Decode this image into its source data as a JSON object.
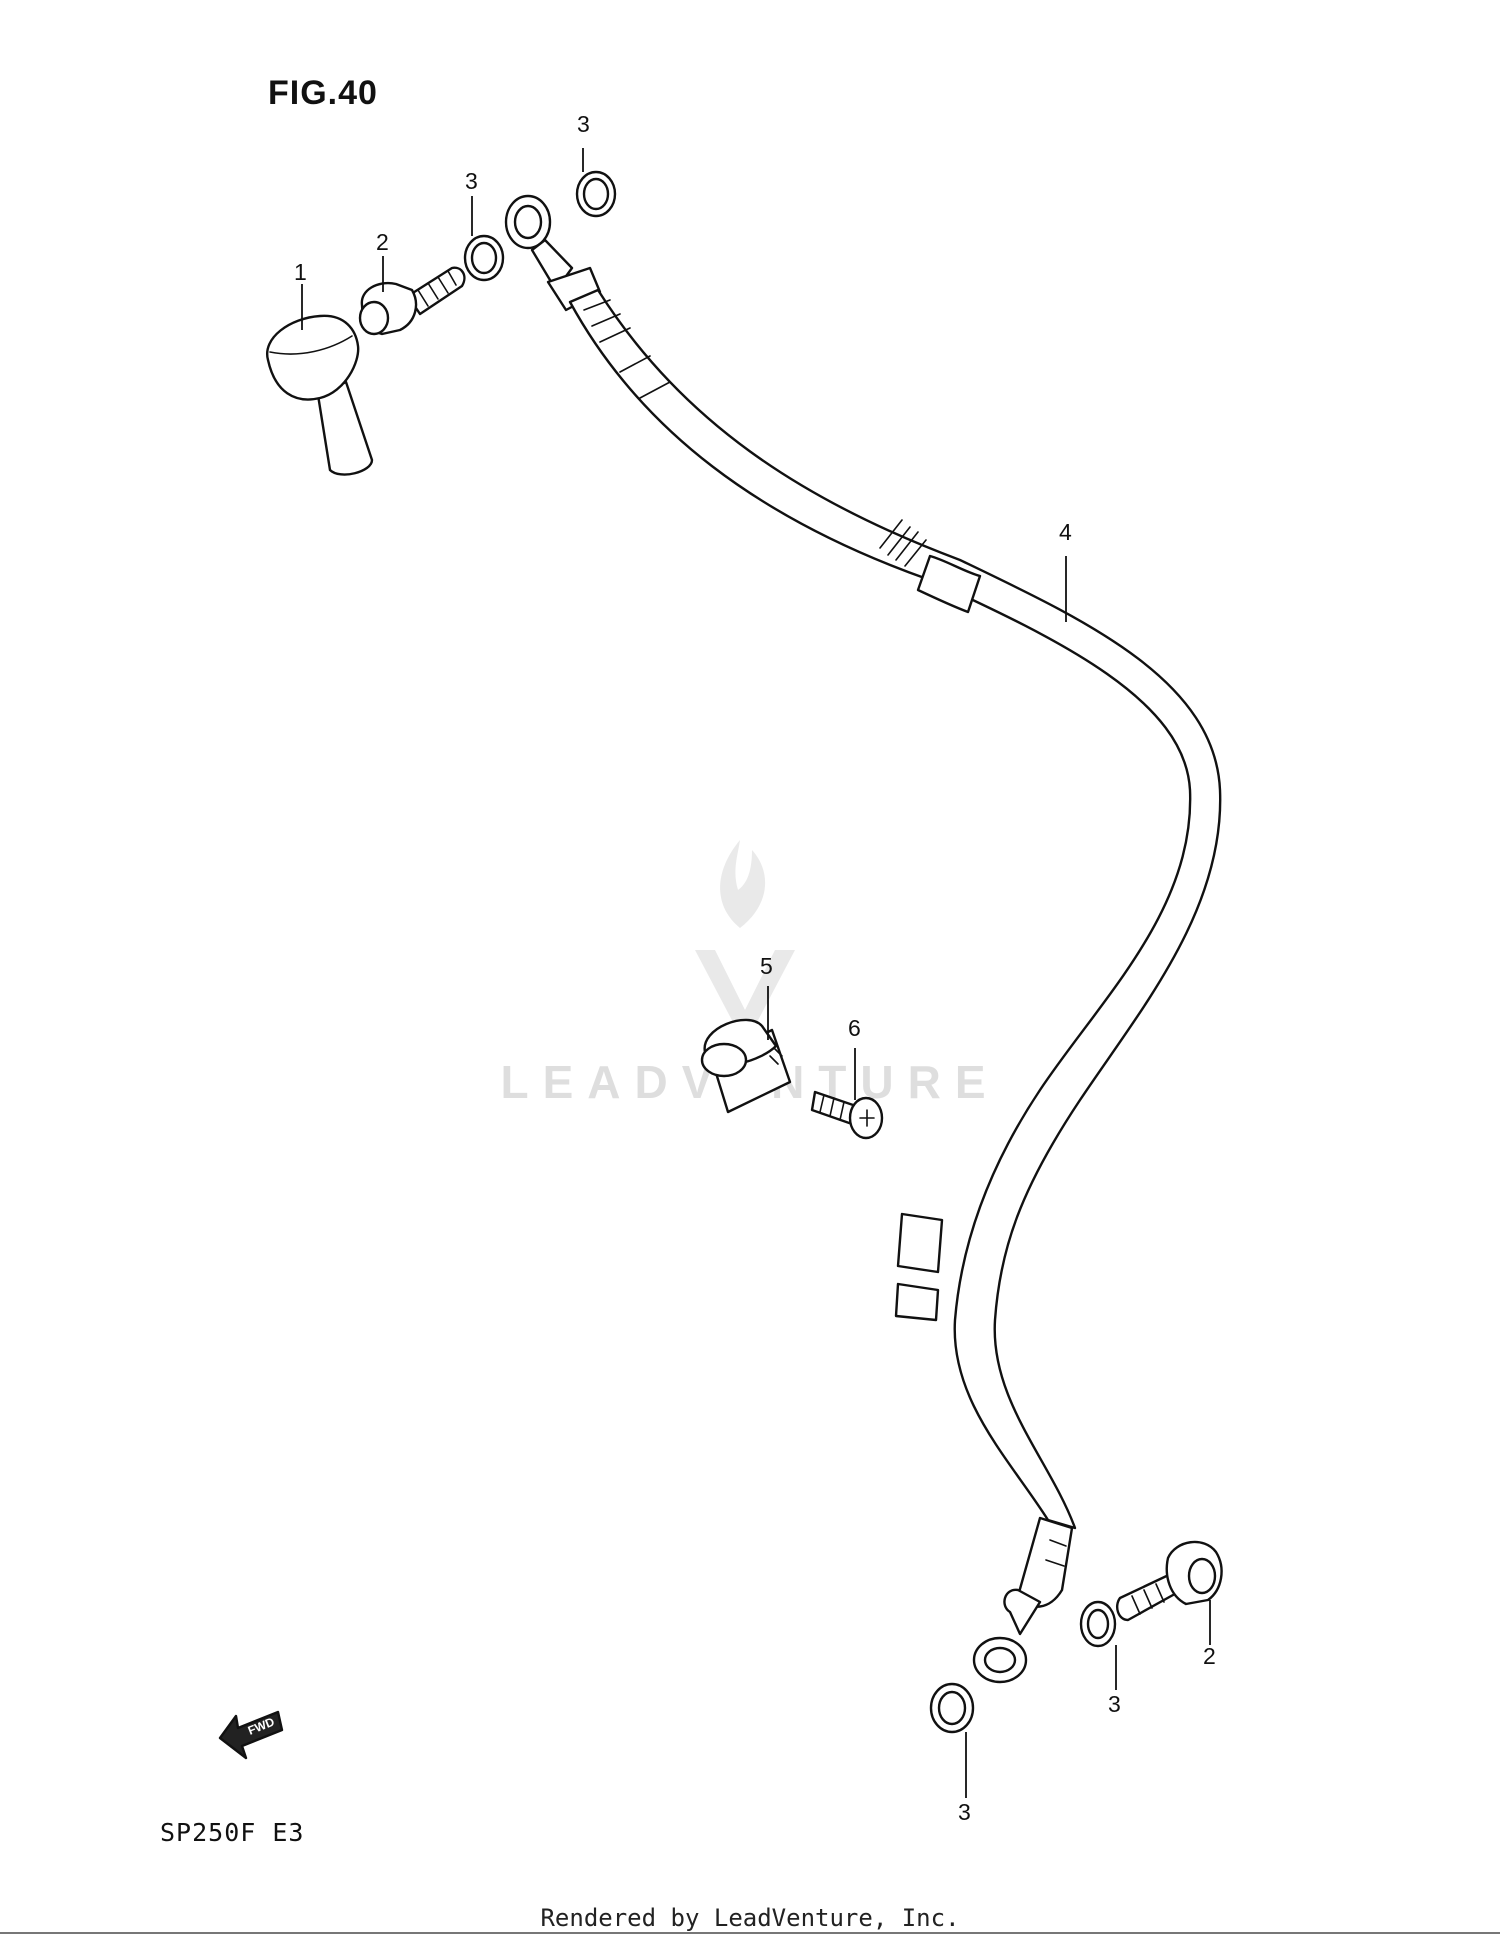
{
  "figure": {
    "title": "FIG.40",
    "model_code": "SP250F  E3",
    "footer": "Rendered by LeadVenture, Inc.",
    "watermark": "LEADVENTURE",
    "fwd_label": "FWD"
  },
  "callouts": {
    "c1": "1",
    "c2_top": "2",
    "c3_top_a": "3",
    "c3_top_b": "3",
    "c4": "4",
    "c5": "5",
    "c6": "6",
    "c2_bottom": "2",
    "c3_bottom_a": "3",
    "c3_bottom_b": "3"
  }
}
